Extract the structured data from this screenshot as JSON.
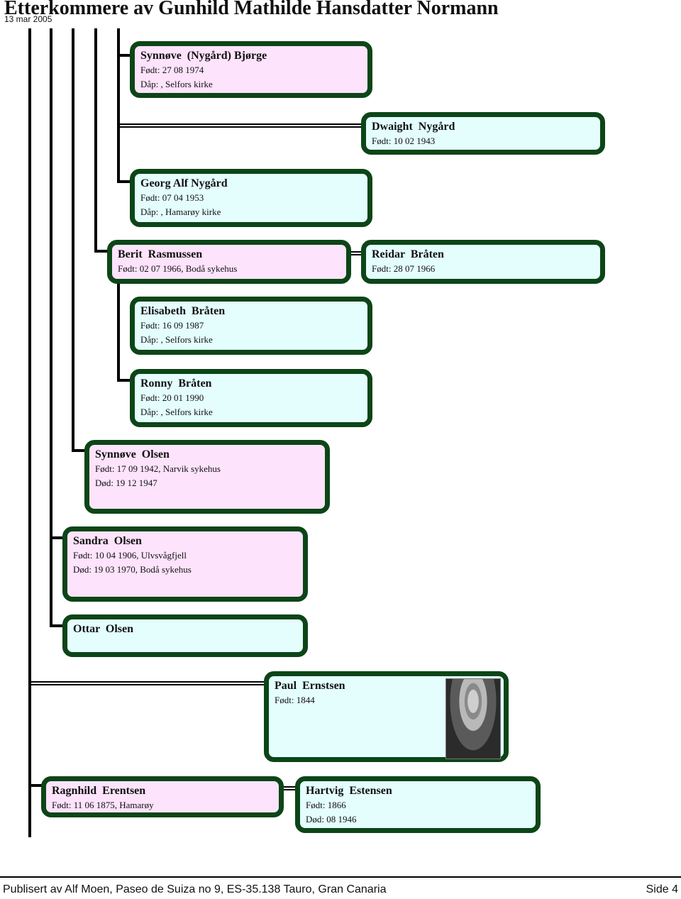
{
  "header": {
    "title": "Etterkommere av Gunhild Mathilde Hansdatter Normann",
    "date": "13 mar 2005"
  },
  "persons": [
    {
      "name": "Synnøve  (Nygård) Bjørge",
      "lines": [
        "Født: 27 08 1974",
        "Dåp: , Selfors kirke"
      ]
    },
    {
      "name": "Dwaight  Nygård",
      "lines": [
        "Født: 10 02 1943"
      ]
    },
    {
      "name": "Georg Alf Nygård",
      "lines": [
        "Født: 07 04 1953",
        "Dåp: , Hamarøy kirke"
      ]
    },
    {
      "name": "Berit  Rasmussen",
      "lines": [
        "Født: 02 07 1966, Bodå sykehus"
      ]
    },
    {
      "name": "Reidar  Bråten",
      "lines": [
        "Født: 28 07 1966"
      ]
    },
    {
      "name": "Elisabeth  Bråten",
      "lines": [
        "Født: 16 09 1987",
        "Dåp: , Selfors kirke"
      ]
    },
    {
      "name": "Ronny  Bråten",
      "lines": [
        "Født: 20 01 1990",
        "Dåp: , Selfors kirke"
      ]
    },
    {
      "name": "Synnøve  Olsen",
      "lines": [
        "Født: 17 09 1942, Narvik sykehus",
        "Død: 19 12 1947"
      ]
    },
    {
      "name": "Sandra  Olsen",
      "lines": [
        "Født: 10 04 1906, Ulvsvågfjell",
        "Død: 19 03 1970, Bodå sykehus"
      ]
    },
    {
      "name": "Ottar  Olsen",
      "lines": []
    },
    {
      "name": "Paul  Ernstsen",
      "lines": [
        "Født: 1844"
      ]
    },
    {
      "name": "Ragnhild  Erentsen",
      "lines": [
        "Født: 11 06 1875, Hamarøy"
      ]
    },
    {
      "name": "Hartvig  Estensen",
      "lines": [
        "Født: 1866",
        "Død: 08 1946"
      ]
    }
  ],
  "photo": {
    "icon": "portrait-photo",
    "subject": "Paul  Ernstsen"
  },
  "colors": {
    "border": "#0c4517",
    "female": "#fde3fb",
    "male": "#e4fdfd"
  },
  "footer": {
    "publisher": "Publisert av Alf Moen, Paseo de Suiza no 9, ES-35.138 Tauro, Gran Canaria",
    "page": "Side 4"
  }
}
